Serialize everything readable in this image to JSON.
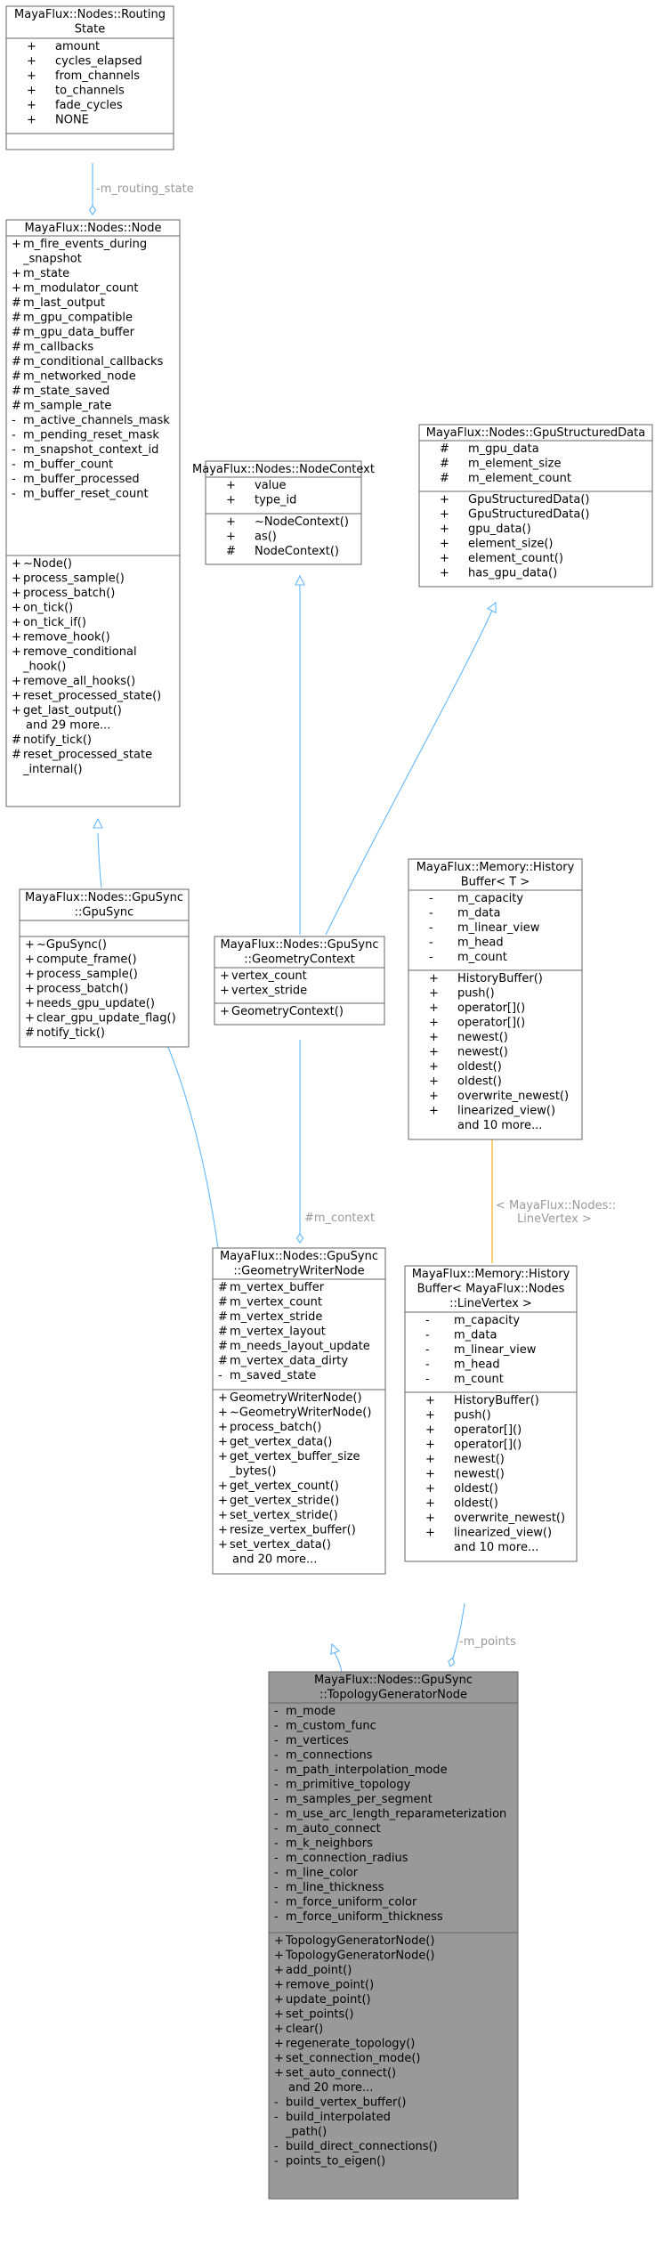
{
  "colors": {
    "edge_inherit": "#63b8ff",
    "edge_use": "#63b8ff",
    "edge_template": "#ffa500",
    "node_border": "#666666",
    "node_highlight": "#999999",
    "edge_label": "#9a9a9a"
  },
  "nodes": [
    {
      "id": "routing_state",
      "title": [
        "MayaFlux::Nodes::Routing",
        "State"
      ],
      "highlight": false,
      "sections": [
        [
          [
            "+",
            "amount"
          ],
          [
            "+",
            "cycles_elapsed"
          ],
          [
            "+",
            "from_channels"
          ],
          [
            "+",
            "to_channels"
          ],
          [
            "+",
            "fade_cycles"
          ],
          [
            "+",
            "NONE"
          ]
        ],
        []
      ]
    },
    {
      "id": "node",
      "title": [
        "MayaFlux::Nodes::Node"
      ],
      "highlight": false,
      "sections": [
        [
          [
            "+",
            "m_fire_events_during"
          ],
          [
            "",
            "_snapshot"
          ],
          [
            "+",
            "m_state"
          ],
          [
            "+",
            "m_modulator_count"
          ],
          [
            "#",
            "m_last_output"
          ],
          [
            "#",
            "m_gpu_compatible"
          ],
          [
            "#",
            "m_gpu_data_buffer"
          ],
          [
            "#",
            "m_callbacks"
          ],
          [
            "#",
            "m_conditional_callbacks"
          ],
          [
            "#",
            "m_networked_node"
          ],
          [
            "#",
            "m_state_saved"
          ],
          [
            "#",
            "m_sample_rate"
          ],
          [
            "-",
            "m_active_channels_mask"
          ],
          [
            "-",
            "m_pending_reset_mask"
          ],
          [
            "-",
            "m_snapshot_context_id"
          ],
          [
            "-",
            "m_buffer_count"
          ],
          [
            "-",
            "m_buffer_processed"
          ],
          [
            "-",
            "m_buffer_reset_count"
          ]
        ],
        [
          [
            "+",
            "~Node()"
          ],
          [
            "+",
            "process_sample()"
          ],
          [
            "+",
            "process_batch()"
          ],
          [
            "+",
            "on_tick()"
          ],
          [
            "+",
            "on_tick_if()"
          ],
          [
            "+",
            "remove_hook()"
          ],
          [
            "+",
            "remove_conditional"
          ],
          [
            "",
            "_hook()"
          ],
          [
            "+",
            "remove_all_hooks()"
          ],
          [
            "+",
            "reset_processed_state()"
          ],
          [
            "+",
            "get_last_output()"
          ],
          [
            "",
            "and 29 more..."
          ],
          [
            "#",
            "notify_tick()"
          ],
          [
            "#",
            "reset_processed_state"
          ],
          [
            "",
            "_internal()"
          ]
        ]
      ]
    },
    {
      "id": "node_context",
      "title": [
        "MayaFlux::Nodes::NodeContext"
      ],
      "highlight": false,
      "sections": [
        [
          [
            "+",
            "value"
          ],
          [
            "+",
            "type_id"
          ]
        ],
        [
          [
            "+",
            "~NodeContext()"
          ],
          [
            "+",
            "as()"
          ],
          [
            "#",
            "NodeContext()"
          ]
        ]
      ]
    },
    {
      "id": "gpu_structured_data",
      "title": [
        "MayaFlux::Nodes::GpuStructuredData"
      ],
      "highlight": false,
      "sections": [
        [
          [
            "#",
            "m_gpu_data"
          ],
          [
            "#",
            "m_element_size"
          ],
          [
            "#",
            "m_element_count"
          ]
        ],
        [
          [
            "+",
            "GpuStructuredData()"
          ],
          [
            "+",
            "GpuStructuredData()"
          ],
          [
            "+",
            "gpu_data()"
          ],
          [
            "+",
            "element_size()"
          ],
          [
            "+",
            "element_count()"
          ],
          [
            "+",
            "has_gpu_data()"
          ]
        ]
      ]
    },
    {
      "id": "history_buffer_t",
      "title": [
        "MayaFlux::Memory::History",
        "Buffer< T >"
      ],
      "highlight": false,
      "sections": [
        [
          [
            "-",
            "m_capacity"
          ],
          [
            "-",
            "m_data"
          ],
          [
            "-",
            "m_linear_view"
          ],
          [
            "-",
            "m_head"
          ],
          [
            "-",
            "m_count"
          ]
        ],
        [
          [
            "+",
            "HistoryBuffer()"
          ],
          [
            "+",
            "push()"
          ],
          [
            "+",
            "operator[]()"
          ],
          [
            "+",
            "operator[]()"
          ],
          [
            "+",
            "newest()"
          ],
          [
            "+",
            "newest()"
          ],
          [
            "+",
            "oldest()"
          ],
          [
            "+",
            "oldest()"
          ],
          [
            "+",
            "overwrite_newest()"
          ],
          [
            "+",
            "linearized_view()"
          ],
          [
            "",
            "and 10 more..."
          ]
        ]
      ]
    },
    {
      "id": "gpu_sync",
      "title": [
        "MayaFlux::Nodes::GpuSync",
        "::GpuSync"
      ],
      "highlight": false,
      "sections": [
        [],
        [
          [
            "+",
            "~GpuSync()"
          ],
          [
            "+",
            "compute_frame()"
          ],
          [
            "+",
            "process_sample()"
          ],
          [
            "+",
            "process_batch()"
          ],
          [
            "+",
            "needs_gpu_update()"
          ],
          [
            "+",
            "clear_gpu_update_flag()"
          ],
          [
            "#",
            "notify_tick()"
          ]
        ]
      ]
    },
    {
      "id": "geometry_context",
      "title": [
        "MayaFlux::Nodes::GpuSync",
        "::GeometryContext"
      ],
      "highlight": false,
      "sections": [
        [
          [
            "+",
            "vertex_count"
          ],
          [
            "+",
            "vertex_stride"
          ]
        ],
        [
          [
            "+",
            "GeometryContext()"
          ]
        ]
      ]
    },
    {
      "id": "geometry_writer",
      "title": [
        "MayaFlux::Nodes::GpuSync",
        "::GeometryWriterNode"
      ],
      "highlight": false,
      "sections": [
        [
          [
            "#",
            "m_vertex_buffer"
          ],
          [
            "#",
            "m_vertex_count"
          ],
          [
            "#",
            "m_vertex_stride"
          ],
          [
            "#",
            "m_vertex_layout"
          ],
          [
            "#",
            "m_needs_layout_update"
          ],
          [
            "#",
            "m_vertex_data_dirty"
          ],
          [
            "-",
            "m_saved_state"
          ]
        ],
        [
          [
            "+",
            "GeometryWriterNode()"
          ],
          [
            "+",
            "~GeometryWriterNode()"
          ],
          [
            "+",
            "process_batch()"
          ],
          [
            "+",
            "get_vertex_data()"
          ],
          [
            "+",
            "get_vertex_buffer_size"
          ],
          [
            "",
            "_bytes()"
          ],
          [
            "+",
            "get_vertex_count()"
          ],
          [
            "+",
            "get_vertex_stride()"
          ],
          [
            "+",
            "set_vertex_stride()"
          ],
          [
            "+",
            "resize_vertex_buffer()"
          ],
          [
            "+",
            "set_vertex_data()"
          ],
          [
            "",
            "and 20 more..."
          ]
        ]
      ]
    },
    {
      "id": "history_buffer_linevertex",
      "title": [
        "MayaFlux::Memory::History",
        "Buffer< MayaFlux::Nodes",
        "::LineVertex >"
      ],
      "highlight": false,
      "sections": [
        [
          [
            "-",
            "m_capacity"
          ],
          [
            "-",
            "m_data"
          ],
          [
            "-",
            "m_linear_view"
          ],
          [
            "-",
            "m_head"
          ],
          [
            "-",
            "m_count"
          ]
        ],
        [
          [
            "+",
            "HistoryBuffer()"
          ],
          [
            "+",
            "push()"
          ],
          [
            "+",
            "operator[]()"
          ],
          [
            "+",
            "operator[]()"
          ],
          [
            "+",
            "newest()"
          ],
          [
            "+",
            "newest()"
          ],
          [
            "+",
            "oldest()"
          ],
          [
            "+",
            "oldest()"
          ],
          [
            "+",
            "overwrite_newest()"
          ],
          [
            "+",
            "linearized_view()"
          ],
          [
            "",
            "and 10 more..."
          ]
        ]
      ]
    },
    {
      "id": "topology_generator",
      "title": [
        "MayaFlux::Nodes::GpuSync",
        "::TopologyGeneratorNode"
      ],
      "highlight": true,
      "sections": [
        [
          [
            "-",
            "m_mode"
          ],
          [
            "-",
            "m_custom_func"
          ],
          [
            "-",
            "m_vertices"
          ],
          [
            "-",
            "m_connections"
          ],
          [
            "-",
            "m_path_interpolation_mode"
          ],
          [
            "-",
            "m_primitive_topology"
          ],
          [
            "-",
            "m_samples_per_segment"
          ],
          [
            "-",
            "m_use_arc_length_reparameterization"
          ],
          [
            "-",
            "m_auto_connect"
          ],
          [
            "-",
            "m_k_neighbors"
          ],
          [
            "-",
            "m_connection_radius"
          ],
          [
            "-",
            "m_line_color"
          ],
          [
            "-",
            "m_line_thickness"
          ],
          [
            "-",
            "m_force_uniform_color"
          ],
          [
            "-",
            "m_force_uniform_thickness"
          ]
        ],
        [
          [
            "+",
            "TopologyGeneratorNode()"
          ],
          [
            "+",
            "TopologyGeneratorNode()"
          ],
          [
            "+",
            "add_point()"
          ],
          [
            "+",
            "remove_point()"
          ],
          [
            "+",
            "update_point()"
          ],
          [
            "+",
            "set_points()"
          ],
          [
            "+",
            "clear()"
          ],
          [
            "+",
            "regenerate_topology()"
          ],
          [
            "+",
            "set_connection_mode()"
          ],
          [
            "+",
            "set_auto_connect()"
          ],
          [
            "",
            "and 20 more..."
          ],
          [
            "-",
            "build_vertex_buffer()"
          ],
          [
            "-",
            "build_interpolated"
          ],
          [
            "",
            "_path()"
          ],
          [
            "-",
            "build_direct_connections()"
          ],
          [
            "-",
            "points_to_eigen()"
          ]
        ]
      ]
    }
  ],
  "edges": [
    {
      "from": "routing_state",
      "to": "node",
      "kind": "use",
      "label": [
        "-m_routing_state"
      ]
    },
    {
      "from": "node",
      "to": "gpu_sync",
      "kind": "inherit",
      "label": []
    },
    {
      "from": "node_context",
      "to": "geometry_context",
      "kind": "inherit",
      "label": []
    },
    {
      "from": "gpu_structured_data",
      "to": "geometry_context",
      "kind": "inherit",
      "label": []
    },
    {
      "from": "gpu_sync",
      "to": "geometry_writer",
      "kind": "inherit",
      "label": []
    },
    {
      "from": "geometry_context",
      "to": "geometry_writer",
      "kind": "use",
      "label": [
        "#m_context"
      ]
    },
    {
      "from": "history_buffer_t",
      "to": "history_buffer_linevertex",
      "kind": "template",
      "label": [
        "< MayaFlux::Nodes::",
        "LineVertex >"
      ]
    },
    {
      "from": "geometry_writer",
      "to": "topology_generator",
      "kind": "inherit",
      "label": []
    },
    {
      "from": "history_buffer_linevertex",
      "to": "topology_generator",
      "kind": "use",
      "label": [
        "-m_points"
      ]
    }
  ]
}
